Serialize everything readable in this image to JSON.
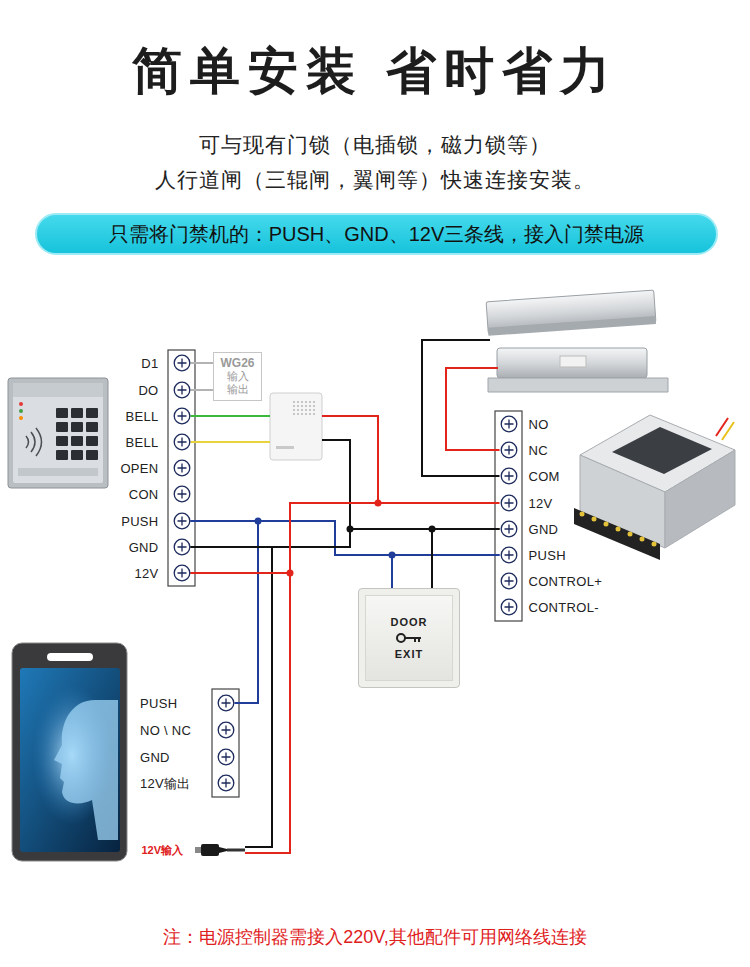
{
  "diagram": {
    "title": "简单安装 省时省力",
    "caption": "注：电源控制器需接入220V,其他配件可用网络线连接",
    "nodes": [
      {
        "text": [
          "只需将门禁机的：PUSH、GND、12V三条线，接入门禁电源"
        ]
      },
      {
        "text": [
          "D1"
        ]
      },
      {
        "text": [
          "DO"
        ]
      },
      {
        "text": [
          "BELL"
        ]
      },
      {
        "text": [
          "BELL"
        ]
      },
      {
        "text": [
          "OPEN"
        ]
      },
      {
        "text": [
          "CON"
        ]
      },
      {
        "text": [
          "PUSH"
        ]
      },
      {
        "text": [
          "GND"
        ]
      },
      {
        "text": [
          "12V"
        ]
      },
      {
        "text": [
          "WG26",
          "输入 输出"
        ]
      },
      {
        "text": [
          "NO"
        ]
      },
      {
        "text": [
          "NC"
        ]
      },
      {
        "text": [
          "COM"
        ]
      },
      {
        "text": [
          "12V"
        ]
      },
      {
        "text": [
          "GND"
        ]
      },
      {
        "text": [
          "PUSH"
        ]
      },
      {
        "text": [
          "CONTROL+"
        ]
      },
      {
        "text": [
          "CONTROL-"
        ]
      },
      {
        "text": [
          "DOOR",
          "EXIT"
        ]
      },
      {
        "text": [
          "PUSH"
        ]
      },
      {
        "text": [
          "NO \\ NC"
        ]
      },
      {
        "text": [
          "GND"
        ]
      },
      {
        "text": [
          "12V输出"
        ]
      },
      {
        "text": [
          "12V输入"
        ]
      }
    ],
    "edges": [
      {
        "from": 1,
        "to": 10,
        "arrow": "none"
      },
      {
        "from": 2,
        "to": 10,
        "arrow": "none"
      },
      {
        "from": 7,
        "to": 16,
        "arrow": "none"
      },
      {
        "from": 7,
        "to": 20,
        "arrow": "none"
      },
      {
        "from": 19,
        "to": 16,
        "arrow": "none"
      },
      {
        "from": 8,
        "to": 15,
        "arrow": "none"
      },
      {
        "from": 19,
        "to": 15,
        "arrow": "none"
      },
      {
        "from": 8,
        "to": 24,
        "arrow": "none"
      },
      {
        "from": 9,
        "to": 14,
        "arrow": "none"
      },
      {
        "from": 9,
        "to": 24,
        "arrow": "none"
      }
    ],
    "labels": [
      "可与现有门锁（电插锁，磁力锁等）",
      "人行道闸（三辊闸，翼闸等）快速连接安装。"
    ]
  }
}
